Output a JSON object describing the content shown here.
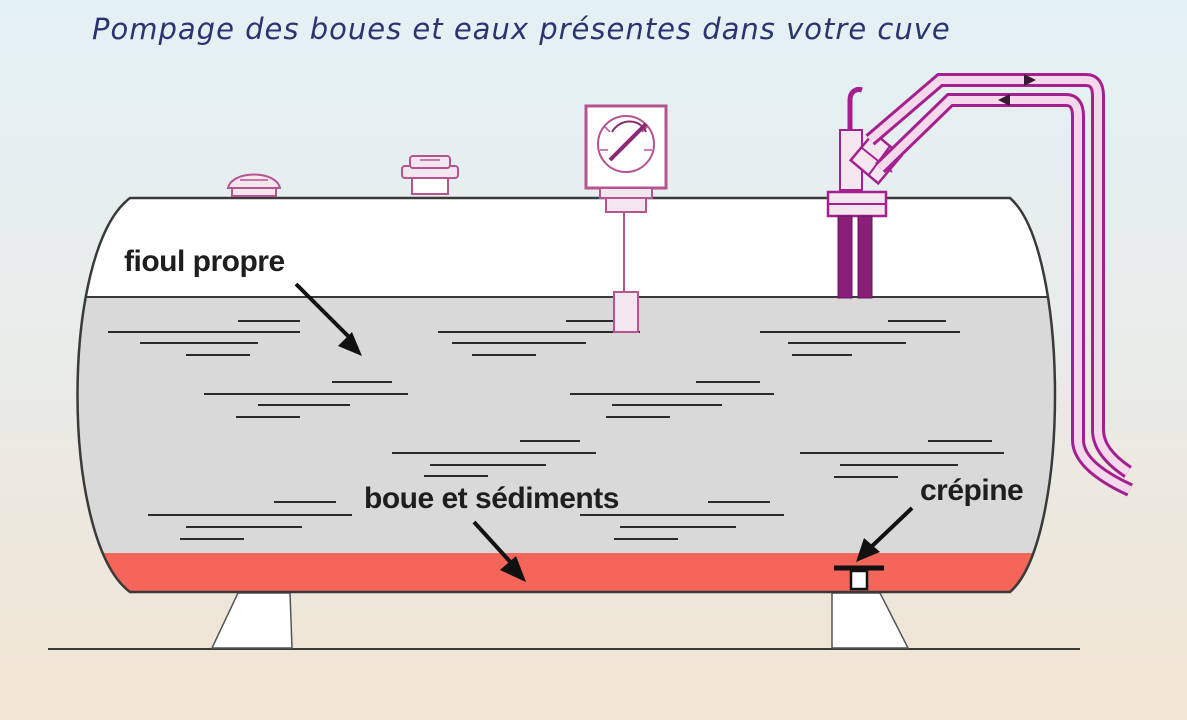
{
  "title": "Pompage des boues et eaux présentes dans votre cuve",
  "labels": {
    "clean_fuel": "fioul propre",
    "sludge": "boue et sédiments",
    "strainer": "crépine"
  },
  "colors": {
    "title": "#2b3470",
    "fuel_fill": "#d9d9d9",
    "sludge_fill": "#f4655a",
    "tank_outline": "#3a3a3a",
    "pipe": "#a4208f",
    "gauge_outline": "#b5548f"
  }
}
